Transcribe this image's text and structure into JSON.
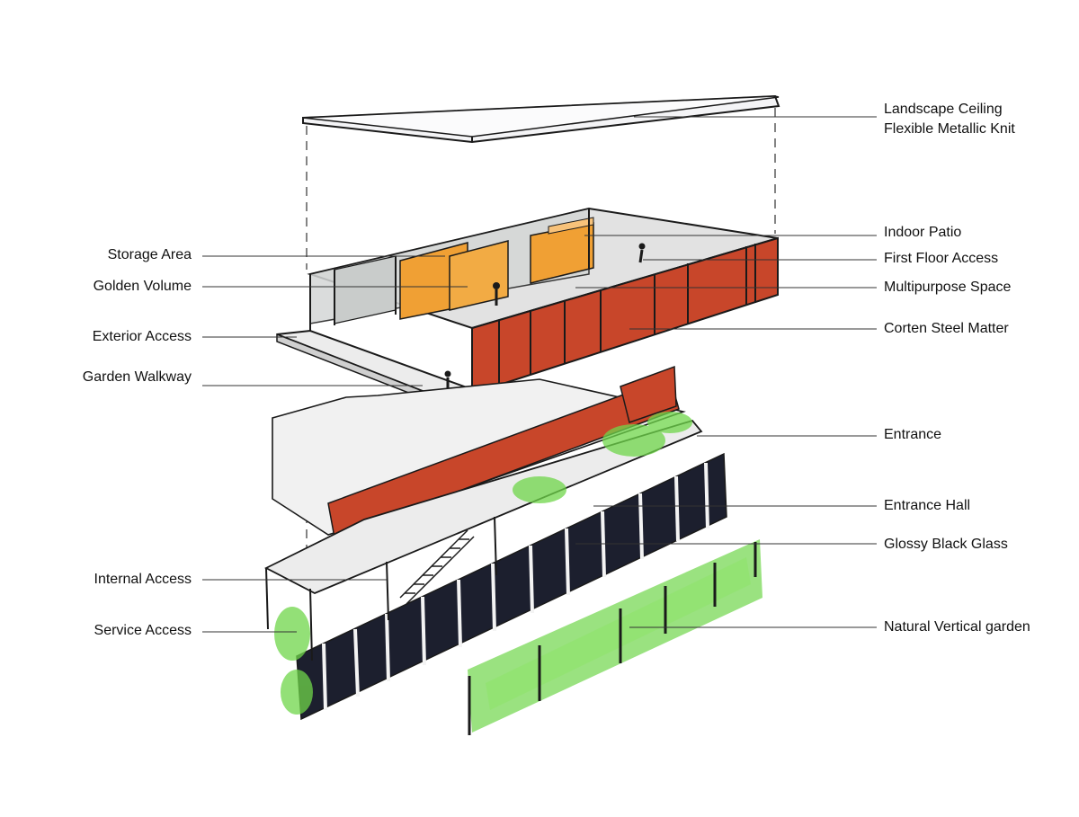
{
  "labels_left": [
    {
      "id": "storage",
      "text": "Storage Area"
    },
    {
      "id": "golden",
      "text": "Golden Volume"
    },
    {
      "id": "exterior",
      "text": "Exterior Access"
    },
    {
      "id": "garden-walkway",
      "text": "Garden Walkway"
    },
    {
      "id": "internal",
      "text": "Internal Access"
    },
    {
      "id": "service",
      "text": "Service Access"
    }
  ],
  "labels_right": [
    {
      "id": "ceiling",
      "line1": "Landscape Ceiling",
      "line2": "Flexible Metallic Knit"
    },
    {
      "id": "patio",
      "text": "Indoor Patio"
    },
    {
      "id": "first-floor",
      "text": "First Floor Access"
    },
    {
      "id": "multipurpose",
      "text": "Multipurpose Space"
    },
    {
      "id": "corten",
      "text": "Corten Steel Matter"
    },
    {
      "id": "entrance",
      "text": "Entrance"
    },
    {
      "id": "entrance-hall",
      "text": "Entrance Hall"
    },
    {
      "id": "black-glass",
      "text": "Glossy Black Glass"
    },
    {
      "id": "vertical-garden",
      "text": "Natural Vertical garden"
    }
  ],
  "colors": {
    "ink": "#1a1a1a",
    "corten": "#c8462a",
    "golden": "#f0a034",
    "black_glass": "#1c1f2e",
    "green": "#6fd64a",
    "grey_wash": "#d9d9d9"
  }
}
